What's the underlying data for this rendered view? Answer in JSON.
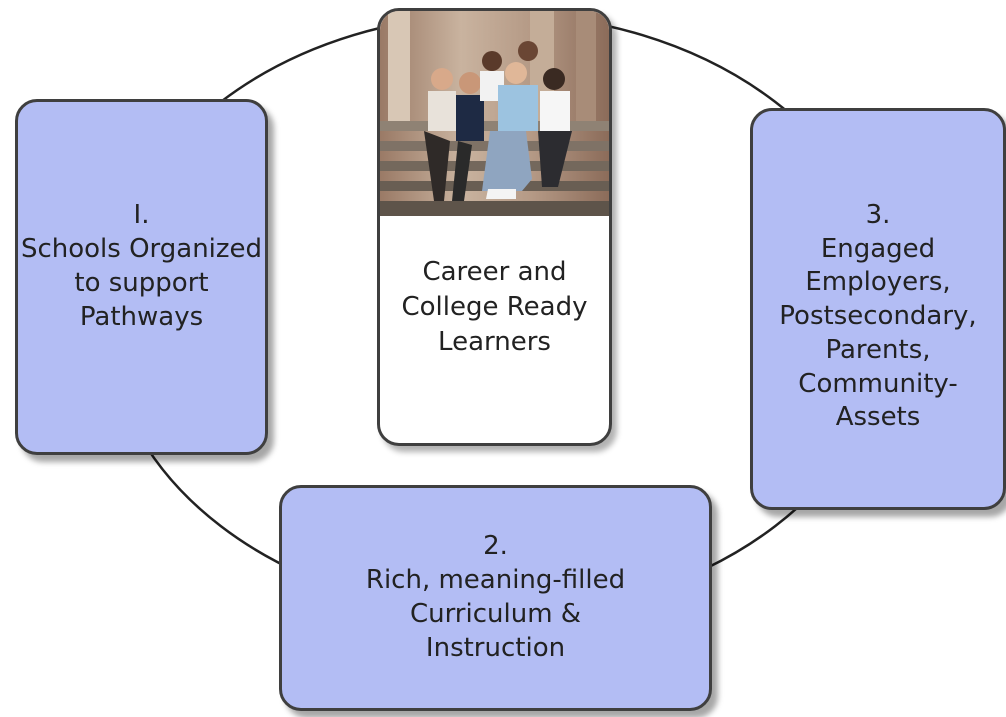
{
  "center": {
    "photo": "group of students sitting on steps",
    "lines": [
      "Career and",
      "College Ready",
      "Learners"
    ]
  },
  "boxes": [
    {
      "id": "1",
      "lines": [
        "I.",
        "Schools Organized",
        "to support",
        "Pathways"
      ]
    },
    {
      "id": "2",
      "lines": [
        "2.",
        "Rich, meaning-filled",
        "Curriculum &",
        "Instruction"
      ]
    },
    {
      "id": "3",
      "lines": [
        "3.",
        "Engaged",
        "Employers,",
        "Postsecondary,",
        "Parents,",
        "Community-",
        "Assets"
      ]
    }
  ],
  "colors": {
    "box_fill": "#b3bdf4",
    "border": "#3f3f3f",
    "ring": "#222222"
  }
}
